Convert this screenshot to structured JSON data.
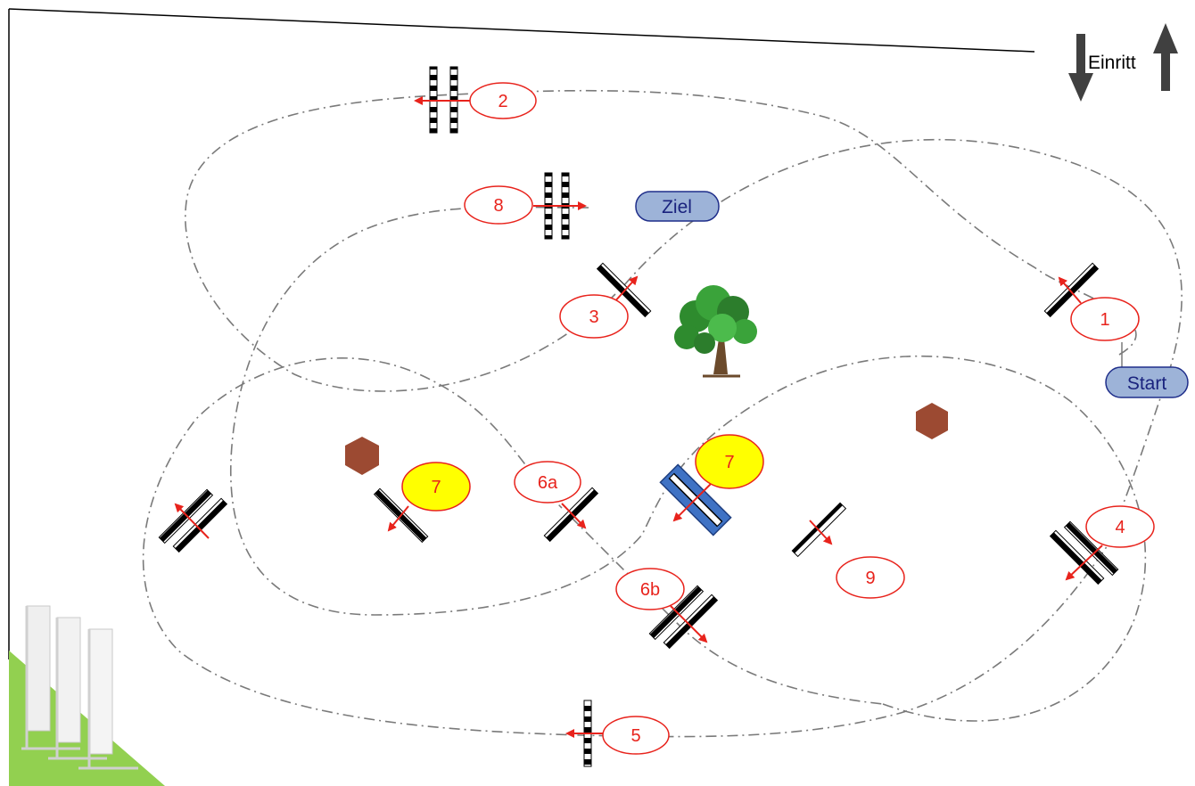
{
  "course": {
    "entry_label": "Einritt",
    "start_label": "Start",
    "finish_label": "Ziel",
    "obstacles": [
      {
        "id": "1",
        "label": "1",
        "highlight": false
      },
      {
        "id": "2",
        "label": "2",
        "highlight": false
      },
      {
        "id": "3",
        "label": "3",
        "highlight": false
      },
      {
        "id": "4",
        "label": "4",
        "highlight": false
      },
      {
        "id": "5",
        "label": "5",
        "highlight": false
      },
      {
        "id": "6a",
        "label": "6a",
        "highlight": false
      },
      {
        "id": "6b",
        "label": "6b",
        "highlight": false
      },
      {
        "id": "7",
        "label": "7",
        "highlight": true
      },
      {
        "id": "7-alt",
        "label": "7",
        "highlight": true
      },
      {
        "id": "8",
        "label": "8",
        "highlight": false
      },
      {
        "id": "9",
        "label": "9",
        "highlight": false
      }
    ]
  },
  "colors": {
    "label_red": "#e8231c",
    "highlight_fill": "#ffff00",
    "pill_fill": "#9db3d8",
    "pill_stroke": "#1f2e8a",
    "path_grey": "#7a7a7a",
    "water_blue": "#3f72c4",
    "hexagon_brown": "#9c4a32",
    "grass_green": "#92d050"
  },
  "icons": [
    "tree-icon",
    "flag-icon",
    "arrow-up-icon",
    "arrow-down-icon"
  ]
}
